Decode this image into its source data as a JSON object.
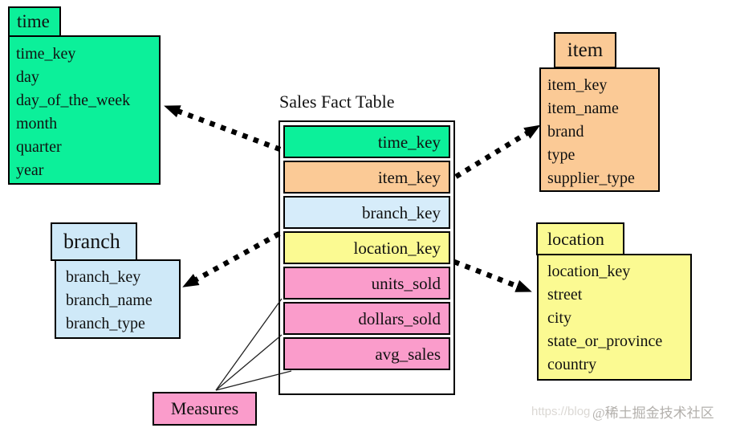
{
  "diagram": {
    "fact_table": {
      "title": "Sales Fact Table",
      "rows": [
        {
          "label": "time_key",
          "color": "#0cf09a"
        },
        {
          "label": "item_key",
          "color": "#fbca96"
        },
        {
          "label": "branch_key",
          "color": "#d6ecfa"
        },
        {
          "label": "location_key",
          "color": "#fbfa92"
        },
        {
          "label": "units_sold",
          "color": "#fa9ccb"
        },
        {
          "label": "dollars_sold",
          "color": "#fa9ccb"
        },
        {
          "label": "avg_sales",
          "color": "#fa9ccb"
        }
      ]
    },
    "dimensions": {
      "time": {
        "name": "time",
        "color": "#0cf09a",
        "fields": [
          "time_key",
          "day",
          "day_of_the_week",
          "month",
          "quarter",
          "year"
        ]
      },
      "item": {
        "name": "item",
        "color": "#fbca96",
        "fields": [
          "item_key",
          "item_name",
          "brand",
          "type",
          "supplier_type"
        ]
      },
      "branch": {
        "name": "branch",
        "color": "#cfe9f8",
        "fields": [
          "branch_key",
          "branch_name",
          "branch_type"
        ]
      },
      "location": {
        "name": "location",
        "color": "#fbfa92",
        "fields": [
          "location_key",
          "street",
          "city",
          "state_or_province",
          "country"
        ]
      }
    },
    "measures_label": "Measures",
    "measures_color": "#fa9ccb",
    "arrow_color": "#000000",
    "watermark": {
      "url_text": "https://blog",
      "community_text": "@稀土掘金技术社区"
    }
  }
}
